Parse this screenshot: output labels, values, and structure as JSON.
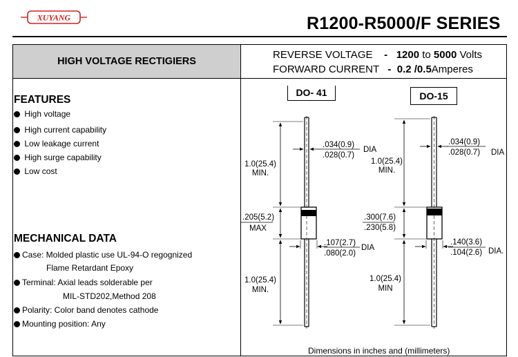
{
  "header": {
    "logo_text": "XUYANG",
    "series_title": "R1200-R5000/F SERIES"
  },
  "product": {
    "title": "HIGH VOLTAGE RECTIGIERS",
    "reverse_voltage": {
      "label": "REVERSE VOLTAGE",
      "dash": "-",
      "min": "1200",
      "to": "to",
      "max": "5000",
      "unit": "Volts"
    },
    "forward_current": {
      "label": "FORWARD CURRENT",
      "dash": "-",
      "value": "0.2 /0.5",
      "unit": "Amperes"
    }
  },
  "features": {
    "heading": "FEATURES",
    "items": [
      "High voltage",
      "High current capability",
      "Low leakage current",
      "High surge capability",
      "Low  cost"
    ]
  },
  "mechanical": {
    "heading": "MECHANICAL DATA",
    "case": "Case: Molded plastic use UL-94-O regognized",
    "case_cont": "Flame Retardant Epoxy",
    "terminal": "Terminal: Axial leads solderable per",
    "terminal_cont": "MIL-STD202,Method 208",
    "polarity": "Polarity:  Color band denotes cathode",
    "mounting": "Mounting position: Any"
  },
  "packages": {
    "do41": {
      "name": "DO- 41",
      "lead_top_len": "1.0(25.4)",
      "lead_top_min": "MIN.",
      "lead_dia_max": ".034(0.9)",
      "lead_dia_min": ".028(0.7)",
      "lead_dia_label": "DIA",
      "body_len": ".205(5.2)",
      "body_len_max": "MAX",
      "body_dia_max": ".107(2.7)",
      "body_dia_min": ".080(2.0)",
      "body_dia_label": "DIA",
      "lead_bot_len": "1.0(25.4)",
      "lead_bot_min": "MIN."
    },
    "do15": {
      "name": "DO-15",
      "lead_top_len": "1.0(25.4)",
      "lead_top_min": "MIN.",
      "lead_dia_max": ".034(0.9)",
      "lead_dia_min": ".028(0.7)",
      "lead_dia_label": "DIA",
      "body_len_max": ".300(7.6)",
      "body_len_min": ".230(5.8)",
      "body_dia_max": ".140(3.6)",
      "body_dia_min": ".104(2.6)",
      "body_dia_label": "DIA.",
      "lead_bot_len": "1.0(25.4)",
      "lead_bot_min": "MIN"
    }
  },
  "footnote": "Dimensions in inches and (millimeters)",
  "colors": {
    "logo_red": "#d42020",
    "title_fill": "#cfcfcf"
  }
}
